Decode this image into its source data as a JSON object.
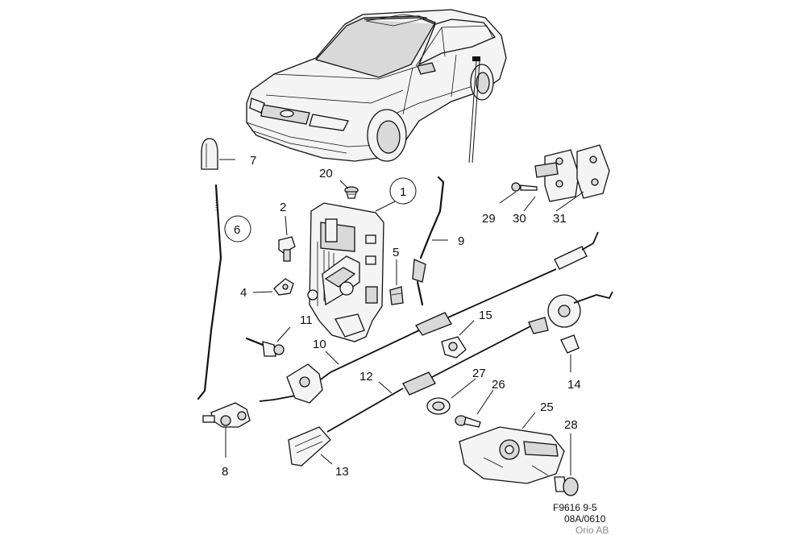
{
  "callouts": {
    "c1": "1",
    "c2": "2",
    "c4": "4",
    "c5": "5",
    "c6": "6",
    "c7": "7",
    "c8": "8",
    "c9": "9",
    "c10": "10",
    "c11": "11",
    "c12": "12",
    "c13": "13",
    "c14": "14",
    "c15": "15",
    "c20": "20",
    "c25": "25",
    "c26": "26",
    "c27": "27",
    "c28": "28",
    "c29": "29",
    "c30": "30",
    "c31": "31"
  },
  "reference": {
    "figure": "F9616 9-5",
    "code": "08A/0610",
    "publisher": "Orio AB"
  }
}
